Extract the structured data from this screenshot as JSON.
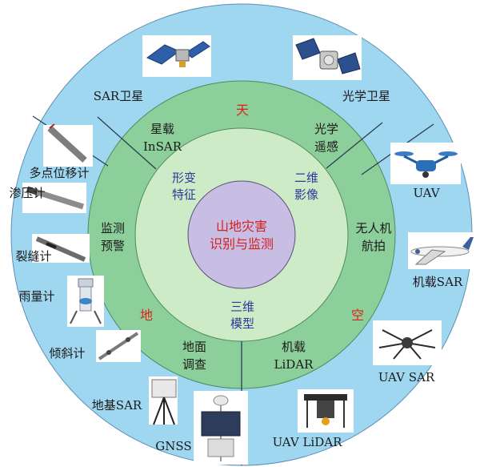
{
  "center": {
    "line1": "山地灾害",
    "line2": "识别与监测"
  },
  "inner_ring": [
    {
      "line1": "形变",
      "line2": "特征"
    },
    {
      "line1": "二维",
      "line2": "影像"
    },
    {
      "line1": "三维",
      "line2": "模型"
    }
  ],
  "middle_ring": [
    {
      "line1": "星载",
      "line2": "InSAR"
    },
    {
      "line1": "光学",
      "line2": "遥感"
    },
    {
      "line1": "无人机",
      "line2": "航拍"
    },
    {
      "line1": "机载",
      "line2": "LiDAR"
    },
    {
      "line1": "地面",
      "line2": "调查"
    },
    {
      "line1": "监测",
      "line2": "预警"
    }
  ],
  "directions": {
    "sky": "天",
    "air": "空",
    "ground": "地"
  },
  "outer_ring": [
    {
      "label": "SAR卫星",
      "icon": "sar-satellite-icon"
    },
    {
      "label": "光学卫星",
      "icon": "optical-satellite-icon"
    },
    {
      "label": "UAV",
      "icon": "drone-icon"
    },
    {
      "label": "机载SAR",
      "icon": "airplane-icon"
    },
    {
      "label": "UAV SAR",
      "icon": "hexacopter-icon"
    },
    {
      "label": "UAV LiDAR",
      "icon": "lidar-drone-icon"
    },
    {
      "label": "GNSS",
      "icon": "gnss-station-icon"
    },
    {
      "label": "地基SAR",
      "icon": "ground-sar-icon"
    },
    {
      "label": "倾斜计",
      "icon": "inclinometer-icon"
    },
    {
      "label": "雨量计",
      "icon": "rain-gauge-icon"
    },
    {
      "label": "裂缝计",
      "icon": "crack-meter-icon"
    },
    {
      "label": "渗压计",
      "icon": "piezometer-icon"
    },
    {
      "label": "多点位移计",
      "icon": "extensometer-icon"
    }
  ],
  "colors": {
    "outer_ring": "#9fd7f1",
    "middle_ring": "#8ccf9a",
    "inner_ring": "#cdebc6",
    "center": "#c8bee3",
    "divider": "#2c3e50"
  }
}
